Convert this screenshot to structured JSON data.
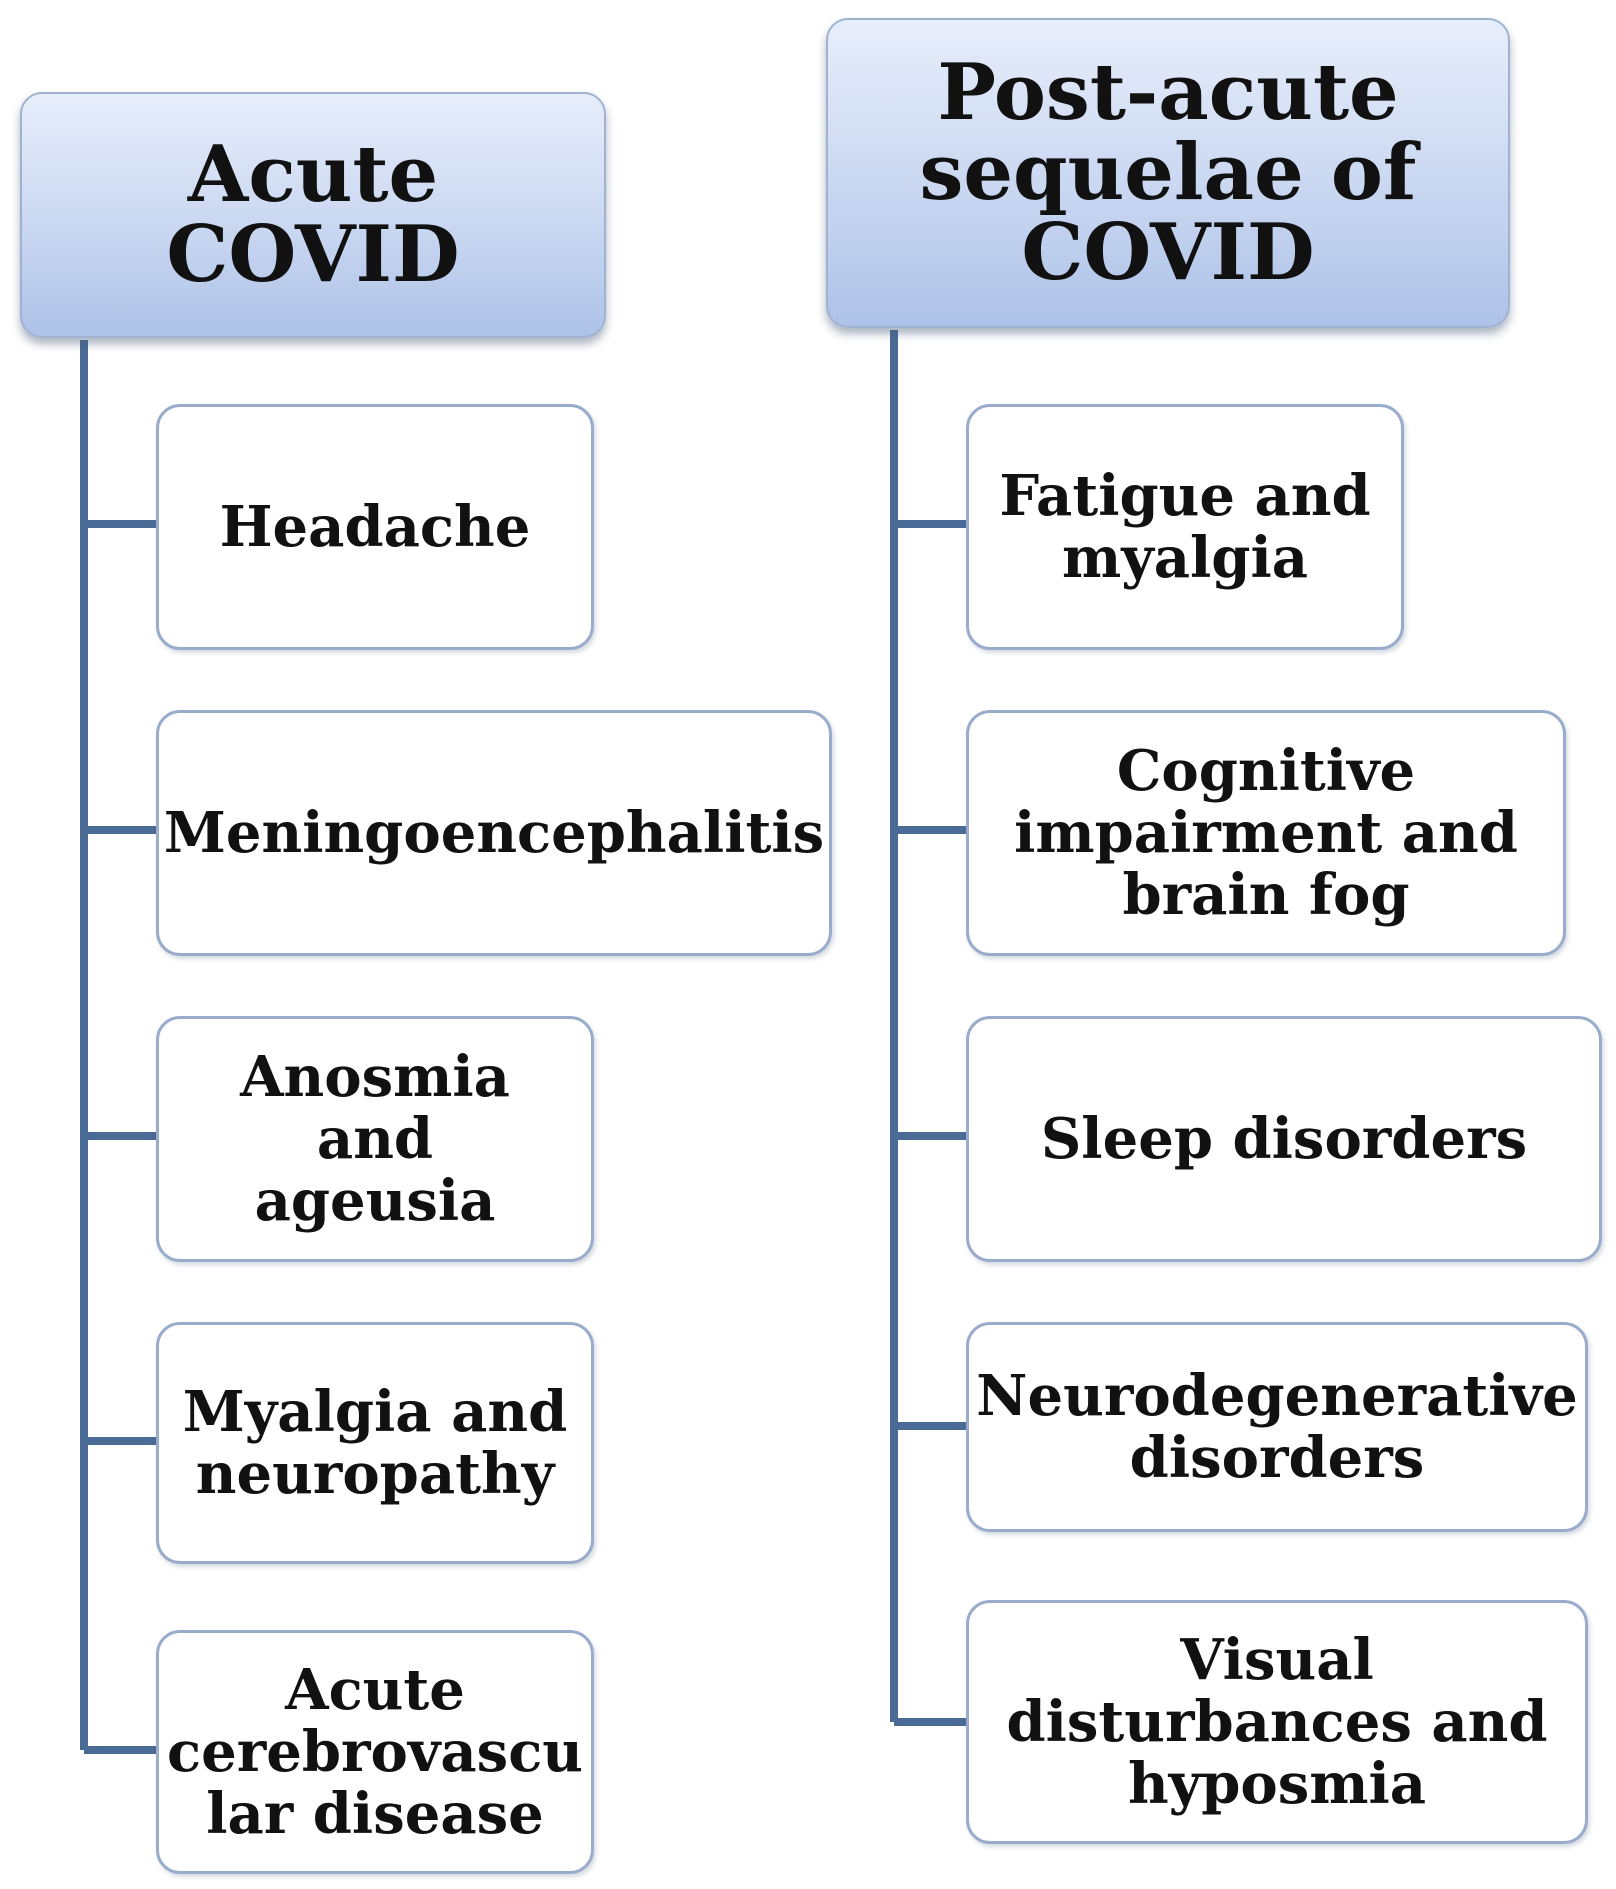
{
  "columns": [
    {
      "header": "Acute\nCOVID",
      "items": [
        "Headache",
        "Meningoencephalitis",
        "Anosmia and\nageusia",
        "Myalgia and\nneuropathy",
        "Acute\ncerebrovascu\nlar disease"
      ]
    },
    {
      "header": "Post-acute\nsequelae of\nCOVID",
      "items": [
        "Fatigue and\nmyalgia",
        "Cognitive\nimpairment and\nbrain fog",
        "Sleep disorders",
        "Neurodegenerative\ndisorders",
        "Visual\ndisturbances and\nhyposmia"
      ]
    }
  ],
  "colors": {
    "connector": "#4a6b96",
    "header_fill": "#c9d7f1",
    "item_border": "#9aaccc"
  }
}
